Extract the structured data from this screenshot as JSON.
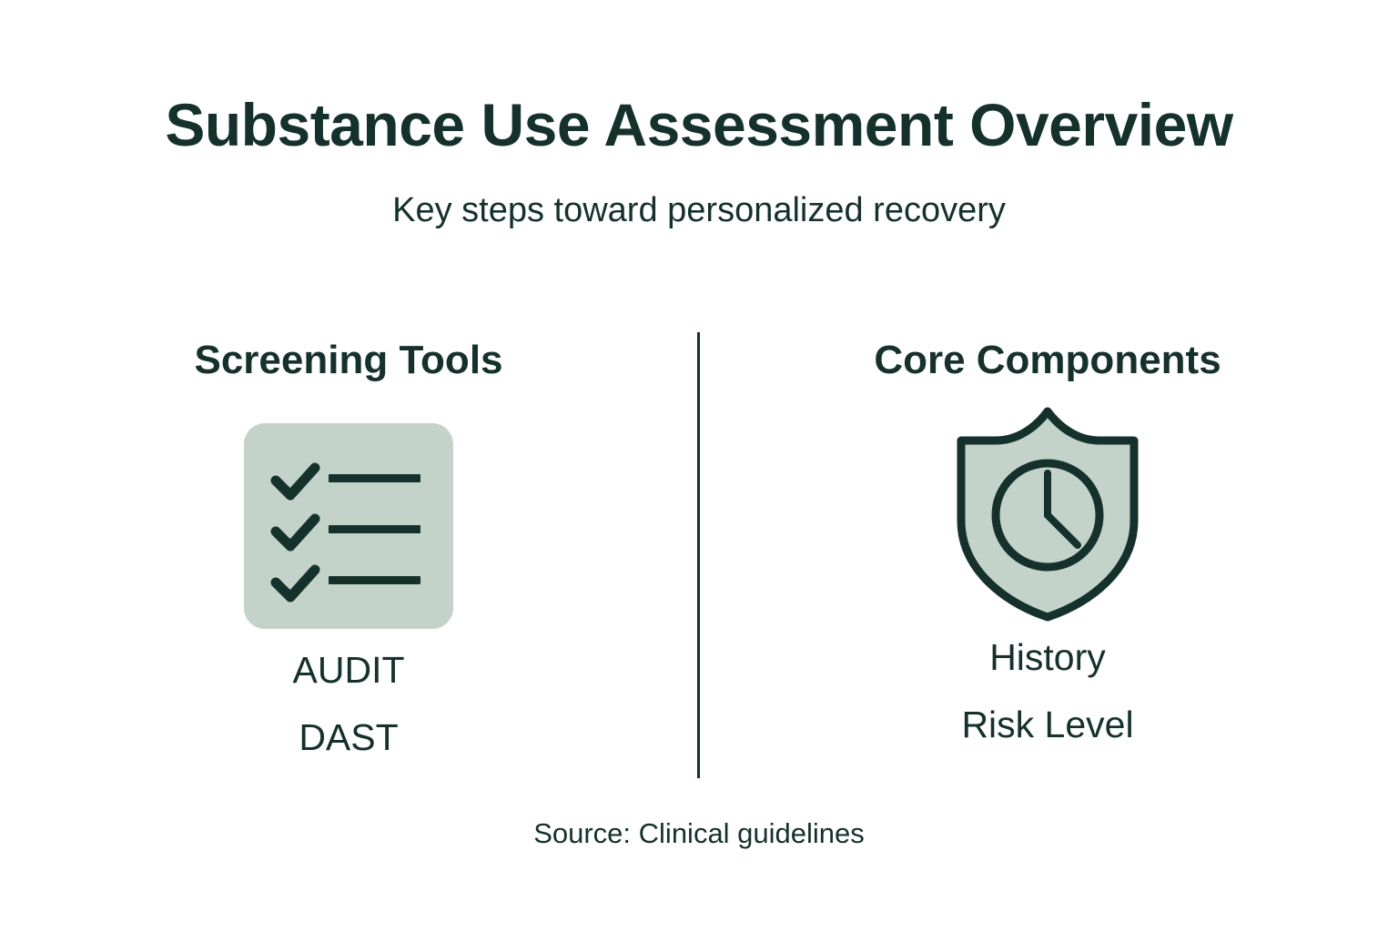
{
  "header": {
    "title": "Substance Use Assessment Overview",
    "subtitle": "Key steps toward personalized recovery"
  },
  "columns": [
    {
      "heading": "Screening Tools",
      "icon": "checklist-icon",
      "items": [
        "AUDIT",
        "DAST"
      ]
    },
    {
      "heading": "Core Components",
      "icon": "shield-clock-icon",
      "items": [
        "History",
        "Risk Level"
      ]
    }
  ],
  "footer": {
    "source": "Source: Clinical guidelines"
  },
  "colors": {
    "background": "#ffffff",
    "ink": "#14322b",
    "accent_fill": "#c3d3c9",
    "divider": "#14322b"
  }
}
